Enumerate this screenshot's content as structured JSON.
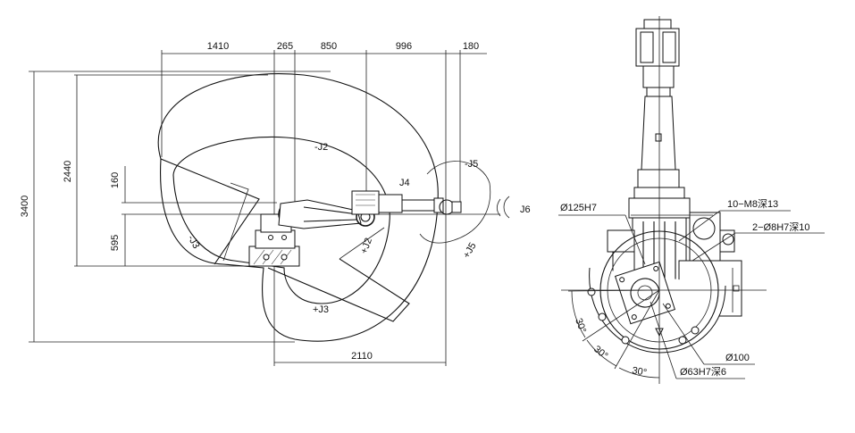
{
  "side_view": {
    "top_dims": [
      "1410",
      "265",
      "850",
      "996",
      "180"
    ],
    "left_dims": [
      "3400",
      "2440",
      "160",
      "595"
    ],
    "bottom_dim": "2110",
    "motion_labels": {
      "neg_j2": "-J2",
      "pos_j2": "+J2",
      "neg_j3": "-J3",
      "pos_j3": "+J3",
      "j4": "J4",
      "neg_j5": "-J5",
      "pos_j5": "+J5",
      "j6": "J6"
    }
  },
  "flange_view": {
    "callouts": {
      "bore": "Ø125H7",
      "tapped_holes": "10−M8深13",
      "pin_holes": "2−Ø8H7深10",
      "outer_dia": "Ø100",
      "pilot": "Ø63H7深6"
    },
    "angles": [
      "30°",
      "30°",
      "30°"
    ]
  }
}
